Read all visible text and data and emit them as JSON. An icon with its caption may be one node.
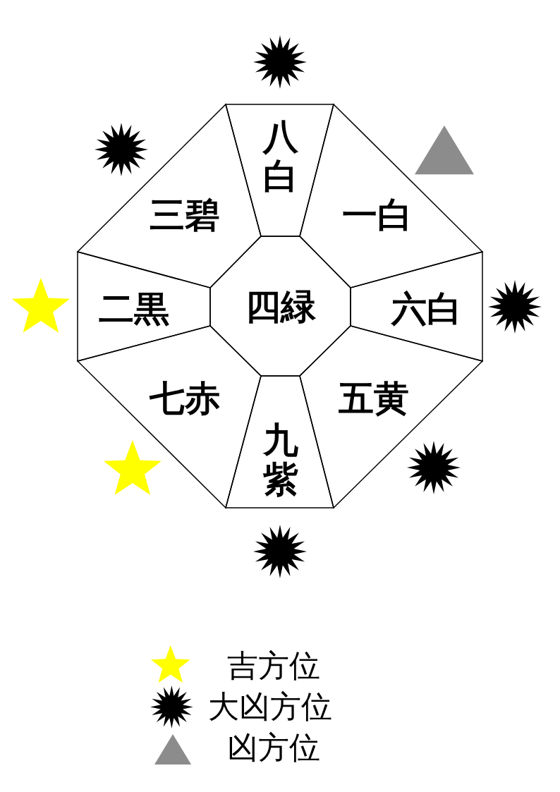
{
  "diagram": {
    "nodes": [
      {
        "text": [
          "八白"
        ]
      },
      {
        "text": [
          "三碧"
        ]
      },
      {
        "text": [
          "一白"
        ]
      },
      {
        "text": [
          "二黒"
        ]
      },
      {
        "text": [
          "四緑"
        ]
      },
      {
        "text": [
          "六白"
        ]
      },
      {
        "text": [
          "七赤"
        ]
      },
      {
        "text": [
          "五黄"
        ]
      },
      {
        "text": [
          "九紫"
        ]
      }
    ],
    "legend": [
      {
        "text": "吉方位"
      },
      {
        "text": "大凶方位"
      },
      {
        "text": "凶方位"
      }
    ]
  }
}
